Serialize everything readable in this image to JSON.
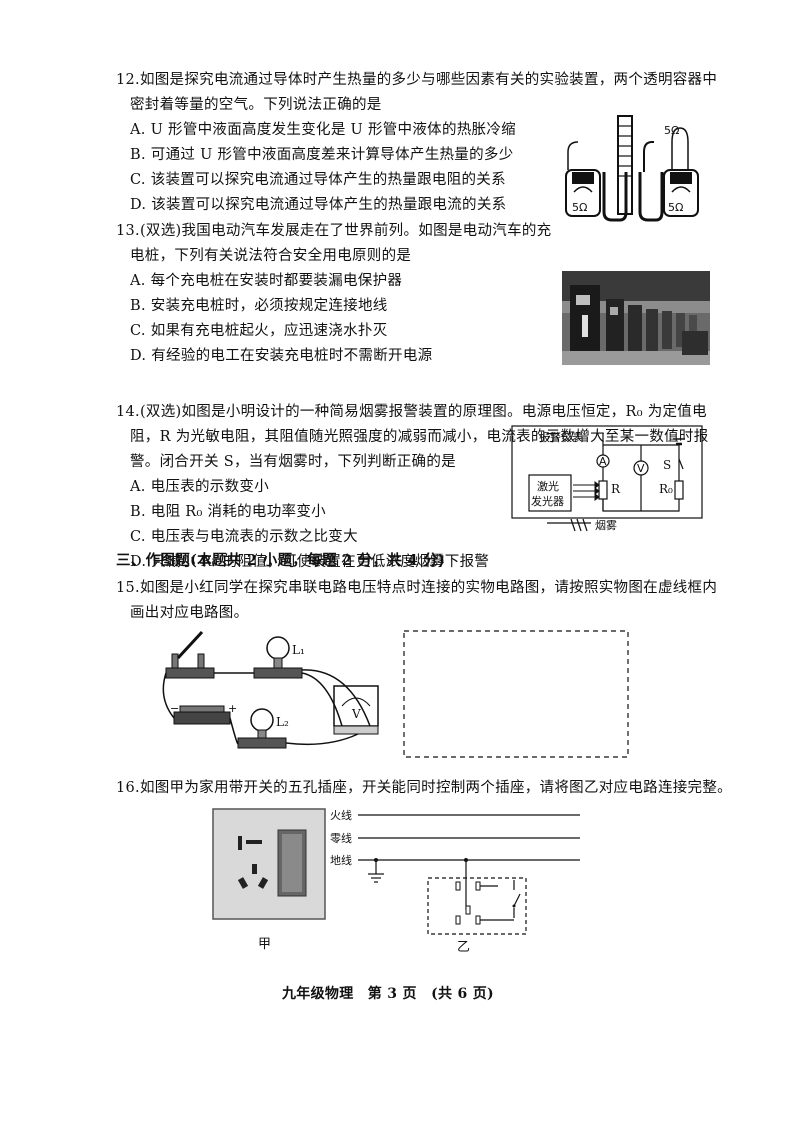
{
  "q12": {
    "stem1": "12.如图是探究电流通过导体时产生热量的多少与哪些因素有关的实验装置，两个透明容器中",
    "stem2": "密封着等量的空气。下列说法正确的是",
    "A": "A. U 形管中液面高度发生变化是 U 形管中液体的热胀冷缩",
    "B": "B. 可通过 U 形管中液面高度差来计算导体产生热量的多少",
    "C": "C. 该装置可以探究电流通过导体产生的热量跟电阻的关系",
    "D": "D. 该装置可以探究电流通过导体产生的热量跟电流的关系",
    "fig_labels": {
      "r1": "5Ω",
      "r2": "5Ω",
      "r3": "5Ω"
    }
  },
  "q13": {
    "stem1": "13.(双选)我国电动汽车发展走在了世界前列。如图是电动汽车的充",
    "stem2": "电桩，下列有关说法符合安全用电原则的是",
    "A": "A. 每个充电桩在安装时都要装漏电保护器",
    "B": "B. 安装充电桩时，必须按规定连接地线",
    "C": "C. 如果有充电桩起火，应迅速浇水扑灭",
    "D": "D. 有经验的电工在安装充电桩时不需断开电源"
  },
  "q14": {
    "stem1": "14.(双选)如图是小明设计的一种简易烟雾报警装置的原理图。电源电压恒定，R₀ 为定值电",
    "stem2": "阻，R 为光敏电阻，其阻值随光照强度的减弱而减小，电流表的示数增大至某一数值时报",
    "stem3": "警。闭合开关 S，当有烟雾时，下列判断正确的是",
    "A": "A. 电压表的示数变小",
    "B": "B. 电阻 R₀ 消耗的电功率变小",
    "C": "C. 电压表与电流表的示数之比变大",
    "D": "D. 只减小 R₀ 的阻值，可使装置在更低浓度烟雾下报警",
    "fig_labels": {
      "alarm": "报警仪表",
      "ammeter": "A",
      "voltmeter": "V",
      "switch": "S",
      "laser1": "激光",
      "laser2": "发光器",
      "r": "R",
      "r0": "R₀",
      "smoke": "烟雾"
    }
  },
  "section3": "三、作图题(本题共 2 小题，每题 2 分，共 4 分)",
  "q15": {
    "stem1": "15.如图是小红同学在探究串联电路电压特点时连接的实物电路图，请按照实物图在虚线框内",
    "stem2": "画出对应电路图。",
    "fig_labels": {
      "l1": "L₁",
      "l2": "L₂",
      "v": "V",
      "minus": "−",
      "plus": "+"
    }
  },
  "q16": {
    "stem": "16.如图甲为家用带开关的五孔插座，开关能同时控制两个插座，请将图乙对应电路连接完整。",
    "fig_labels": {
      "live": "火线",
      "neutral": "零线",
      "ground": "地线",
      "jia": "甲",
      "yi": "乙"
    }
  },
  "footer": "九年级物理　第 3 页　(共 6 页)"
}
